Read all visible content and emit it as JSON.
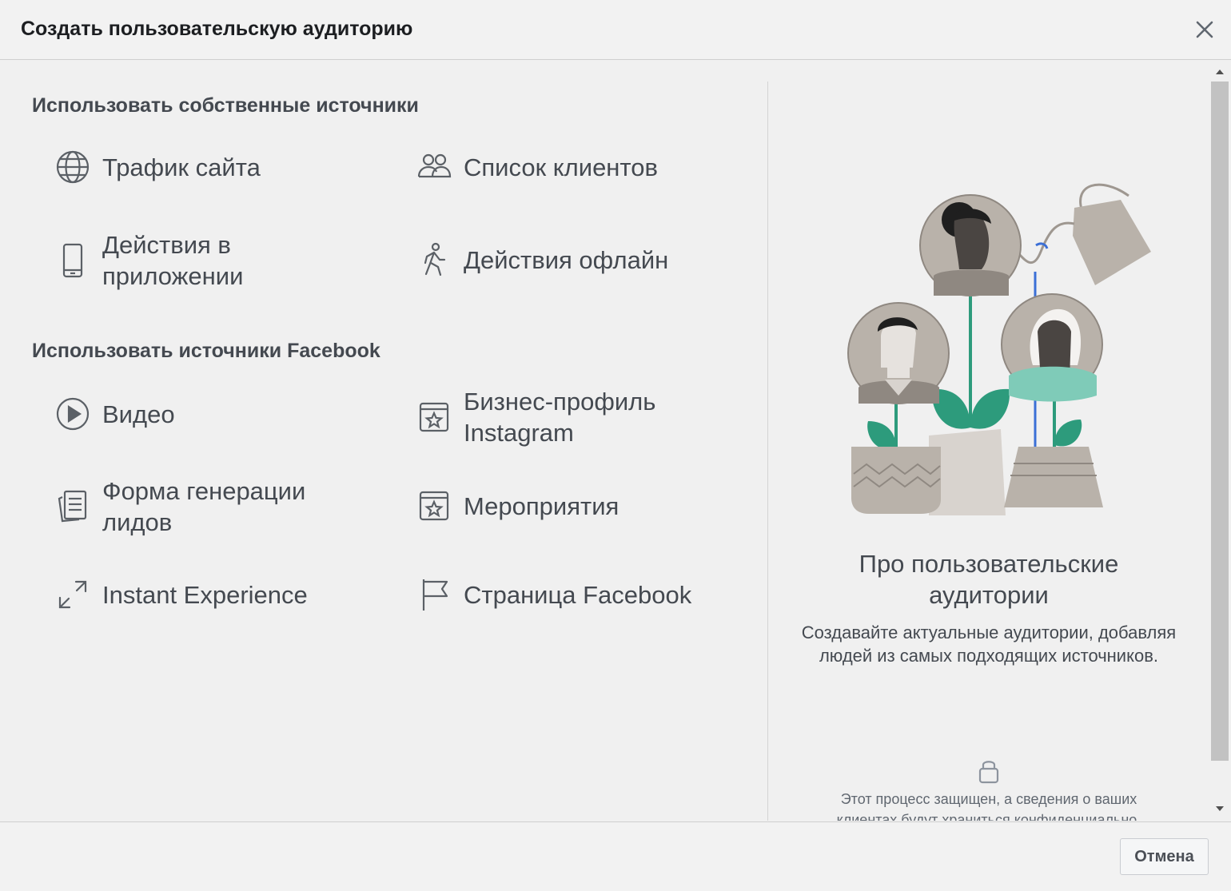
{
  "dialog": {
    "title": "Создать пользовательскую аудиторию",
    "close_icon": "close-icon"
  },
  "own_sources": {
    "heading": "Использовать собственные источники",
    "items": [
      {
        "label": "Трафик сайта",
        "icon": "globe-icon"
      },
      {
        "label": "Список клиентов",
        "icon": "people-icon"
      },
      {
        "label": "Действия в приложении",
        "icon": "mobile-phone-icon"
      },
      {
        "label": "Действия офлайн",
        "icon": "walking-person-icon"
      }
    ]
  },
  "facebook_sources": {
    "heading": "Использовать источники Facebook",
    "items": [
      {
        "label": "Видео",
        "icon": "play-icon"
      },
      {
        "label": "Бизнес-профиль Instagram",
        "icon": "star-badge-icon"
      },
      {
        "label": "Форма генерации лидов",
        "icon": "forms-icon"
      },
      {
        "label": "Мероприятия",
        "icon": "star-badge-icon"
      },
      {
        "label": "Instant Experience",
        "icon": "expand-icon"
      },
      {
        "label": "Страница Facebook",
        "icon": "flag-icon"
      }
    ]
  },
  "about": {
    "title": "Про пользовательские аудитории",
    "text": "Создавайте актуальные аудитории, добавляя людей из самых подходящих источников.",
    "secure_text": "Этот процесс защищен, а сведения о ваших клиентах будут храниться конфиденциально."
  },
  "footer": {
    "cancel_label": "Отмена"
  },
  "colors": {
    "accent_green": "#2d9b7c",
    "accent_blue": "#3b6fd6",
    "illustration_gray": "#b9b2aa",
    "text_gray": "#444950"
  }
}
